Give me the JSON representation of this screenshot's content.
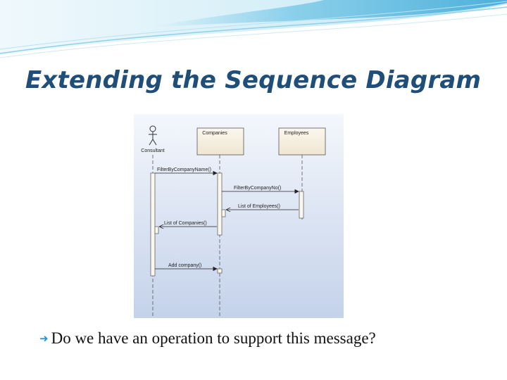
{
  "slide": {
    "title": "Extending the Sequence Diagram",
    "bullet_icon": "arrow-bullet-icon",
    "bullet_text": "Do we have an operation to support this message?"
  },
  "diagram": {
    "actor": {
      "name": "Consultant"
    },
    "objects": [
      {
        "name": "Companies"
      },
      {
        "name": "Employees"
      }
    ],
    "messages": [
      {
        "label": "FilterByCompanyName()"
      },
      {
        "label": "FilterByCompanyNo()"
      },
      {
        "label": "List of Employees()"
      },
      {
        "label": "List of Companies()"
      },
      {
        "label": "Add company()"
      }
    ]
  },
  "colors": {
    "title": "#1f4e79",
    "diagram_bg_top": "#f4f7fc",
    "diagram_bg_bottom": "#c4d2ea",
    "object_box": "#f5efe0",
    "swoosh": "#5bb8dd"
  }
}
